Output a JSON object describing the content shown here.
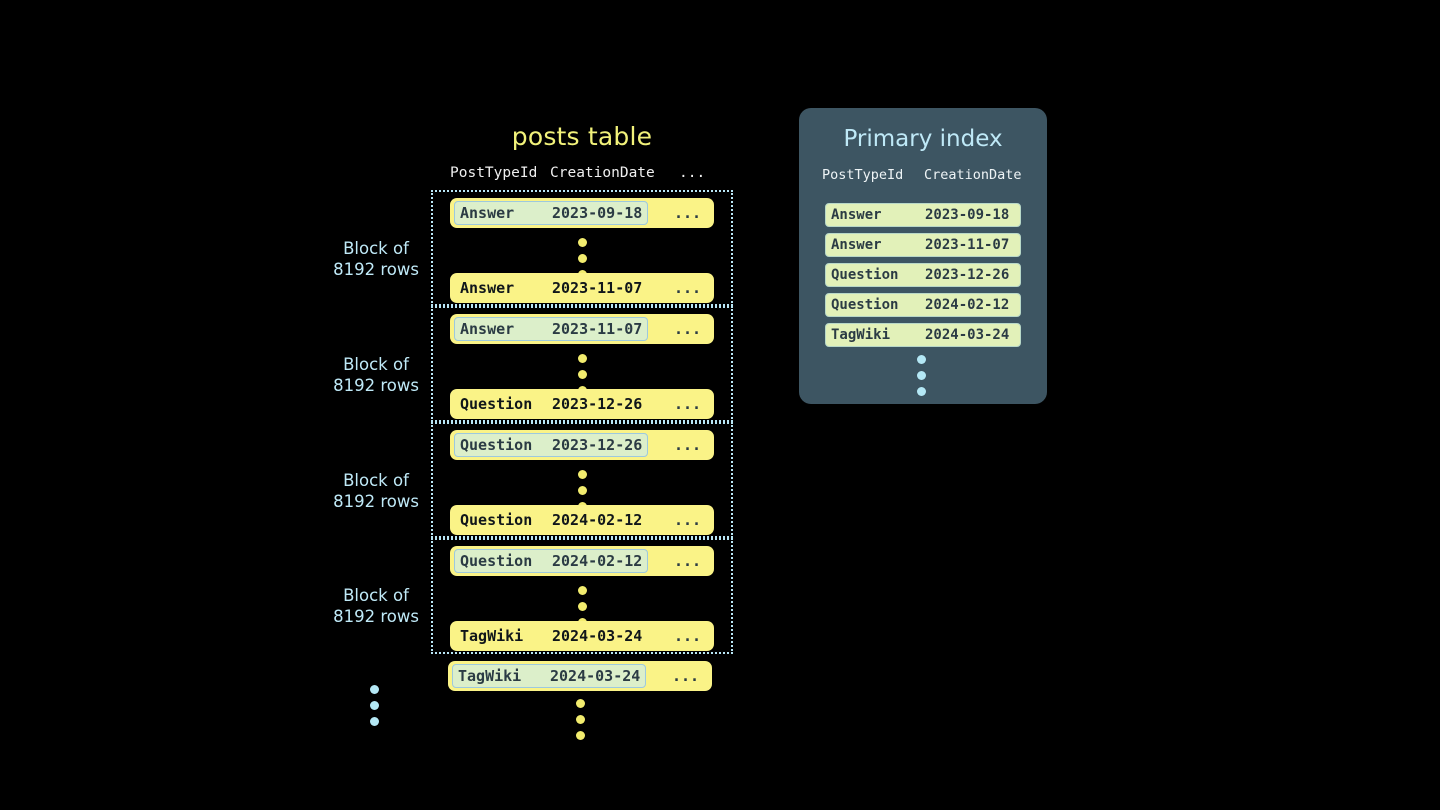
{
  "posts_table": {
    "title": "posts table",
    "columns": [
      "PostTypeId",
      "CreationDate",
      "..."
    ],
    "blocks": [
      {
        "label_line1": "Block of",
        "label_line2": "8192 rows",
        "first_row": {
          "type": "Answer",
          "date": "2023-09-18",
          "rest": "...",
          "marked": true
        },
        "last_row": {
          "type": "Answer",
          "date": "2023-11-07",
          "rest": "...",
          "marked": false
        }
      },
      {
        "label_line1": "Block of",
        "label_line2": "8192 rows",
        "first_row": {
          "type": "Answer",
          "date": "2023-11-07",
          "rest": "...",
          "marked": true
        },
        "last_row": {
          "type": "Question",
          "date": "2023-12-26",
          "rest": "...",
          "marked": false
        }
      },
      {
        "label_line1": "Block of",
        "label_line2": "8192 rows",
        "first_row": {
          "type": "Question",
          "date": "2023-12-26",
          "rest": "...",
          "marked": true
        },
        "last_row": {
          "type": "Question",
          "date": "2024-02-12",
          "rest": "...",
          "marked": false
        }
      },
      {
        "label_line1": "Block of",
        "label_line2": "8192 rows",
        "first_row": {
          "type": "Question",
          "date": "2024-02-12",
          "rest": "...",
          "marked": true
        },
        "last_row": {
          "type": "TagWiki",
          "date": "2024-03-24",
          "rest": "...",
          "marked": false
        }
      }
    ],
    "trailing_row": {
      "type": "TagWiki",
      "date": "2024-03-24",
      "rest": "...",
      "marked": true
    }
  },
  "primary_index": {
    "title": "Primary index",
    "columns": [
      "PostTypeId",
      "CreationDate"
    ],
    "entries": [
      {
        "type": "Answer",
        "date": "2023-09-18"
      },
      {
        "type": "Answer",
        "date": "2023-11-07"
      },
      {
        "type": "Question",
        "date": "2023-12-26"
      },
      {
        "type": "Question",
        "date": "2024-02-12"
      },
      {
        "type": "TagWiki",
        "date": "2024-03-24"
      }
    ]
  },
  "colors": {
    "background": "#000000",
    "row_yellow": "#faf387",
    "marked_green": "#dcefca",
    "marked_border": "#9dc9de",
    "panel_slate": "#3d5562",
    "index_entry": "#e2f1b9",
    "accent_blue": "#bfe9f7",
    "title_yellow": "#f2f27a",
    "dot_yellow": "#f2ec6e"
  }
}
